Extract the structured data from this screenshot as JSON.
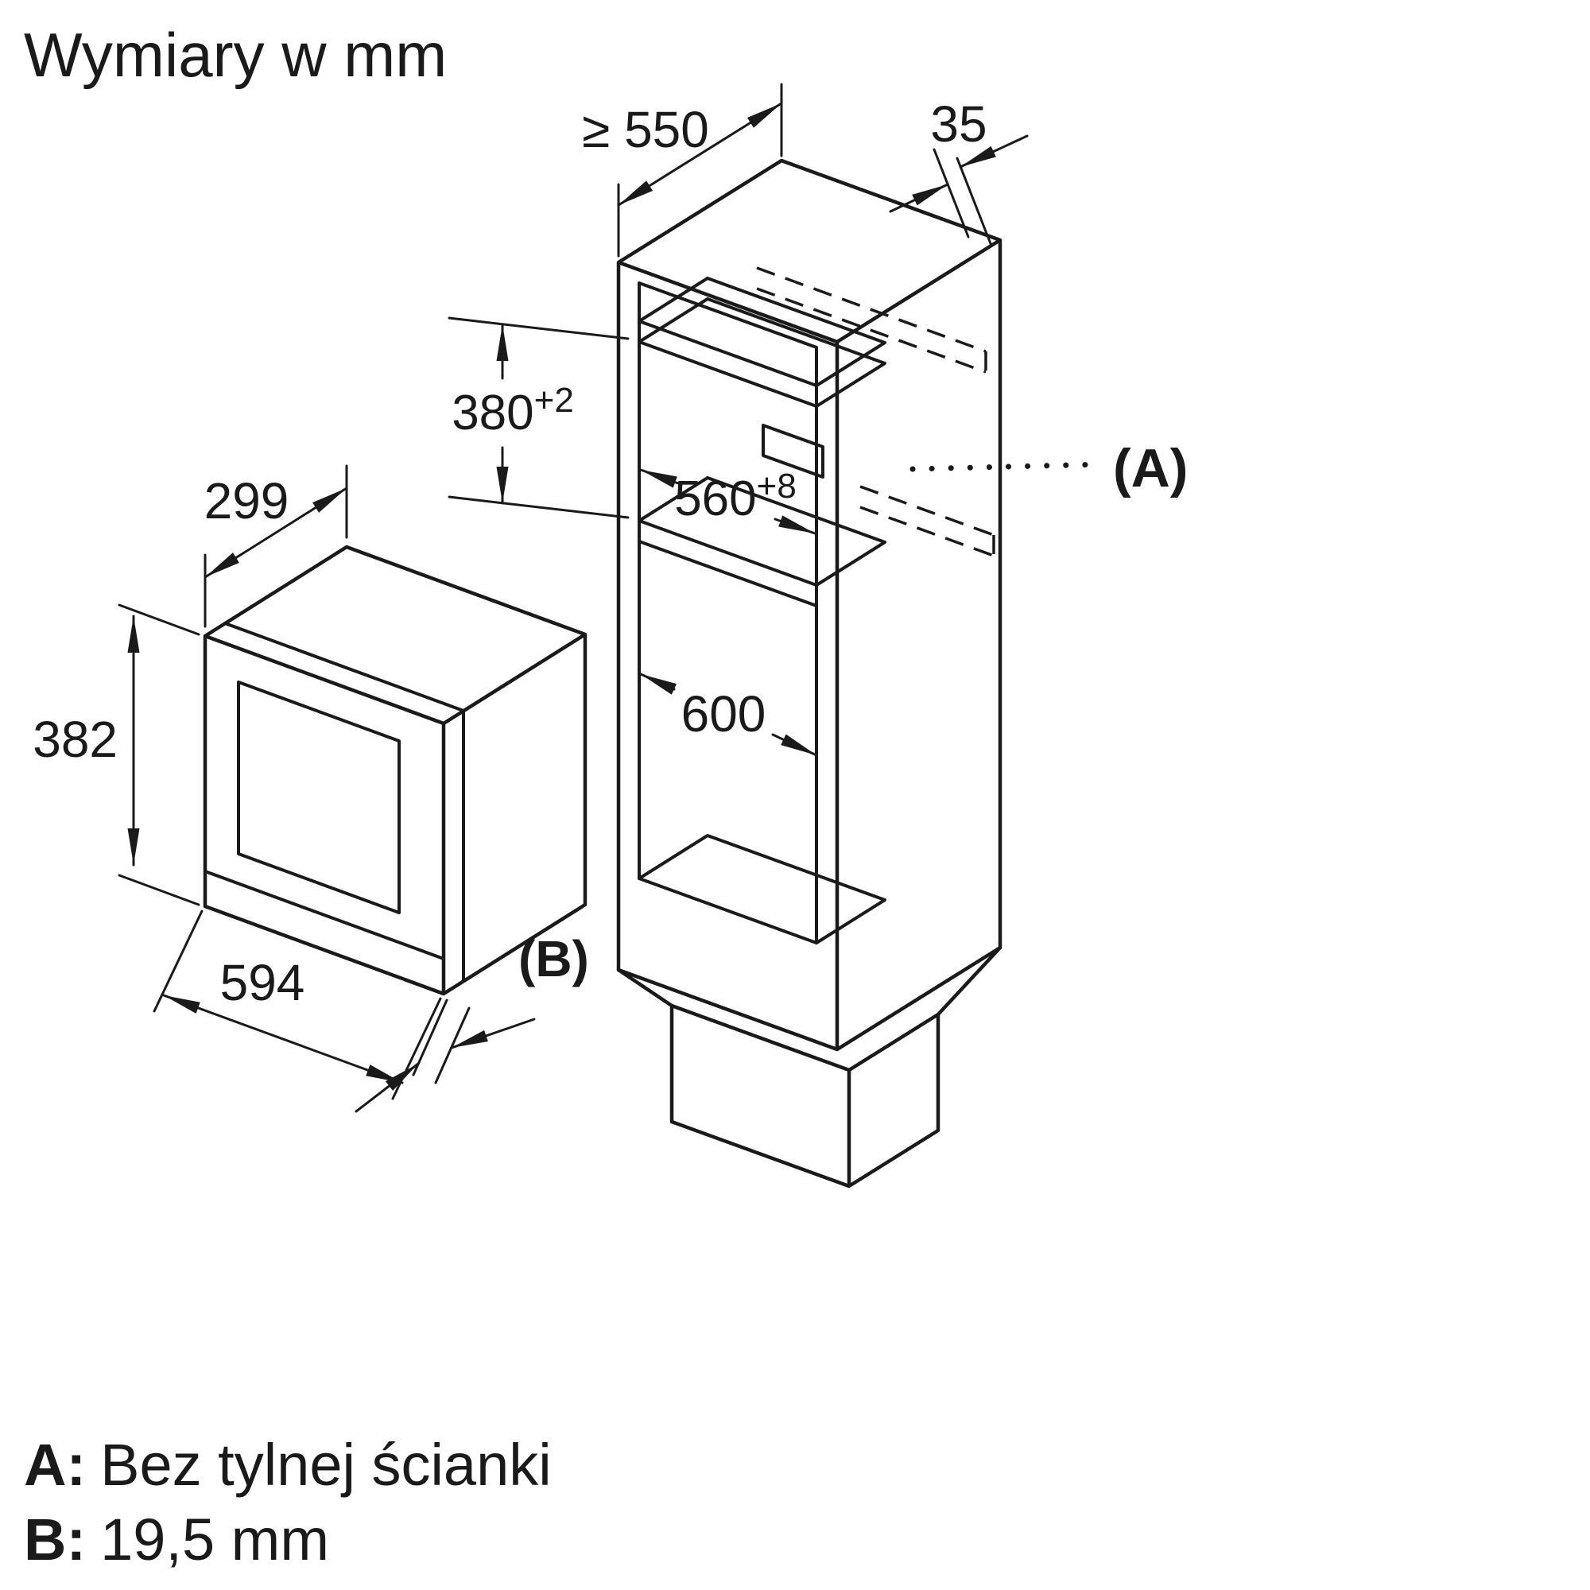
{
  "title": "Wymiary w mm",
  "cabinet": {
    "depth_min": "≥ 550",
    "top_clearance": "35",
    "niche_height": "380",
    "niche_height_tol": "+2",
    "niche_width": "560",
    "niche_width_tol": "+8",
    "lower_height": "600",
    "label": "(A)"
  },
  "microwave": {
    "depth": "299",
    "height": "382",
    "width": "594",
    "label": "(B)"
  },
  "legend": {
    "a_key": "A:",
    "a_text": "Bez tylnej ścianki",
    "b_key": "B:",
    "b_text": "19,5 mm"
  },
  "colors": {
    "line": "#1a1a1a",
    "background": "#ffffff"
  }
}
